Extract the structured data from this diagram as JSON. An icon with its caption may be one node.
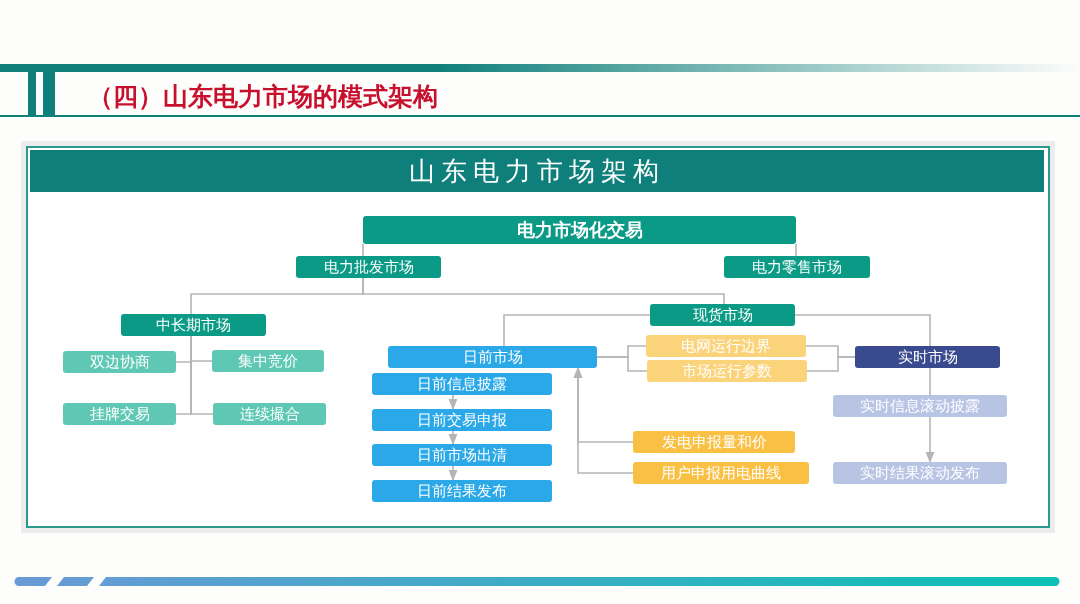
{
  "diagram": {
    "title": "（四）山东电力市场的模式架构",
    "nodes": [
      {
        "text": [
          "山东电力市场架构"
        ]
      },
      {
        "text": [
          "电力市场化交易"
        ]
      },
      {
        "text": [
          "电力批发市场"
        ]
      },
      {
        "text": [
          "电力零售市场"
        ]
      },
      {
        "text": [
          "中长期市场"
        ]
      },
      {
        "text": [
          "现货市场"
        ]
      },
      {
        "text": [
          "双边协商"
        ]
      },
      {
        "text": [
          "集中竞价"
        ]
      },
      {
        "text": [
          "挂牌交易"
        ]
      },
      {
        "text": [
          "连续撮合"
        ]
      },
      {
        "text": [
          "日前市场"
        ]
      },
      {
        "text": [
          "电网运行边界"
        ]
      },
      {
        "text": [
          "市场运行参数"
        ]
      },
      {
        "text": [
          "实时市场"
        ]
      },
      {
        "text": [
          "日前信息披露"
        ]
      },
      {
        "text": [
          "日前交易申报"
        ]
      },
      {
        "text": [
          "日前市场出清"
        ]
      },
      {
        "text": [
          "日前结果发布"
        ]
      },
      {
        "text": [
          "发电申报量和价"
        ]
      },
      {
        "text": [
          "用户申报用电曲线"
        ]
      },
      {
        "text": [
          "实时信息滚动披露"
        ]
      },
      {
        "text": [
          "实时结果滚动发布"
        ]
      }
    ],
    "edges": [
      {
        "from": 1,
        "to": 2,
        "arrow": "none"
      },
      {
        "from": 1,
        "to": 3,
        "arrow": "none"
      },
      {
        "from": 2,
        "to": 4,
        "arrow": "none"
      },
      {
        "from": 2,
        "to": 5,
        "arrow": "none"
      },
      {
        "from": 4,
        "to": 6,
        "arrow": "none"
      },
      {
        "from": 4,
        "to": 7,
        "arrow": "none"
      },
      {
        "from": 4,
        "to": 8,
        "arrow": "none"
      },
      {
        "from": 4,
        "to": 9,
        "arrow": "none"
      },
      {
        "from": 5,
        "to": 10,
        "arrow": "none"
      },
      {
        "from": 5,
        "to": 13,
        "arrow": "none"
      },
      {
        "from": 10,
        "to": 11,
        "arrow": "none"
      },
      {
        "from": 10,
        "to": 12,
        "arrow": "none"
      },
      {
        "from": 11,
        "to": 13,
        "arrow": "none"
      },
      {
        "from": 12,
        "to": 13,
        "arrow": "none"
      },
      {
        "from": 14,
        "to": 15,
        "arrow": "to"
      },
      {
        "from": 15,
        "to": 16,
        "arrow": "to"
      },
      {
        "from": 16,
        "to": 17,
        "arrow": "to"
      },
      {
        "from": 13,
        "to": 20,
        "arrow": "none"
      },
      {
        "from": 20,
        "to": 21,
        "arrow": "to"
      },
      {
        "from": 18,
        "to": 10,
        "arrow": "to"
      },
      {
        "from": 19,
        "to": 10,
        "arrow": "to"
      }
    ]
  }
}
